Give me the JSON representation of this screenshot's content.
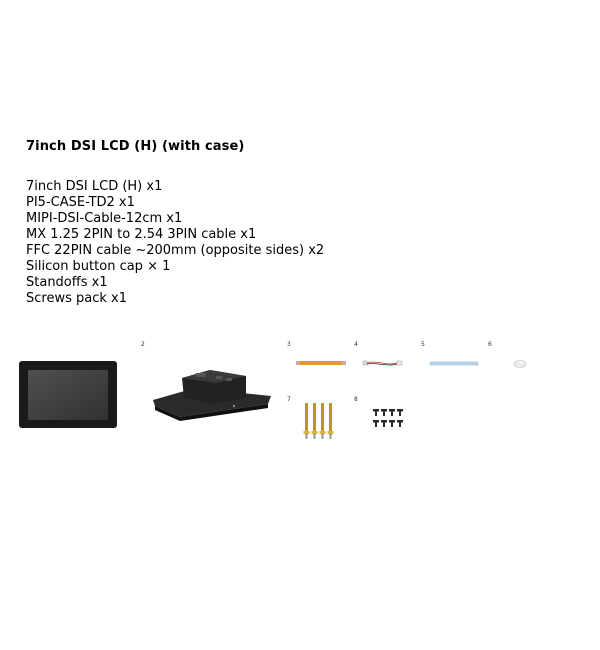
{
  "document": {
    "title": "7inch DSI LCD (H) (with case)",
    "items": [
      "7inch DSI LCD (H) x1",
      "PI5-CASE-TD2 x1",
      "MIPI-DSI-Cable-12cm x1",
      "MX 1.25 2PIN to 2.54 3PIN cable x1",
      "FFC 22PIN cable ~200mm (opposite sides) x2",
      "Silicon button cap × 1",
      "Standoffs x1",
      "Screws pack x1"
    ]
  },
  "figure": {
    "labels": [
      "2",
      "3",
      "4",
      "5",
      "6",
      "7",
      "8"
    ]
  }
}
